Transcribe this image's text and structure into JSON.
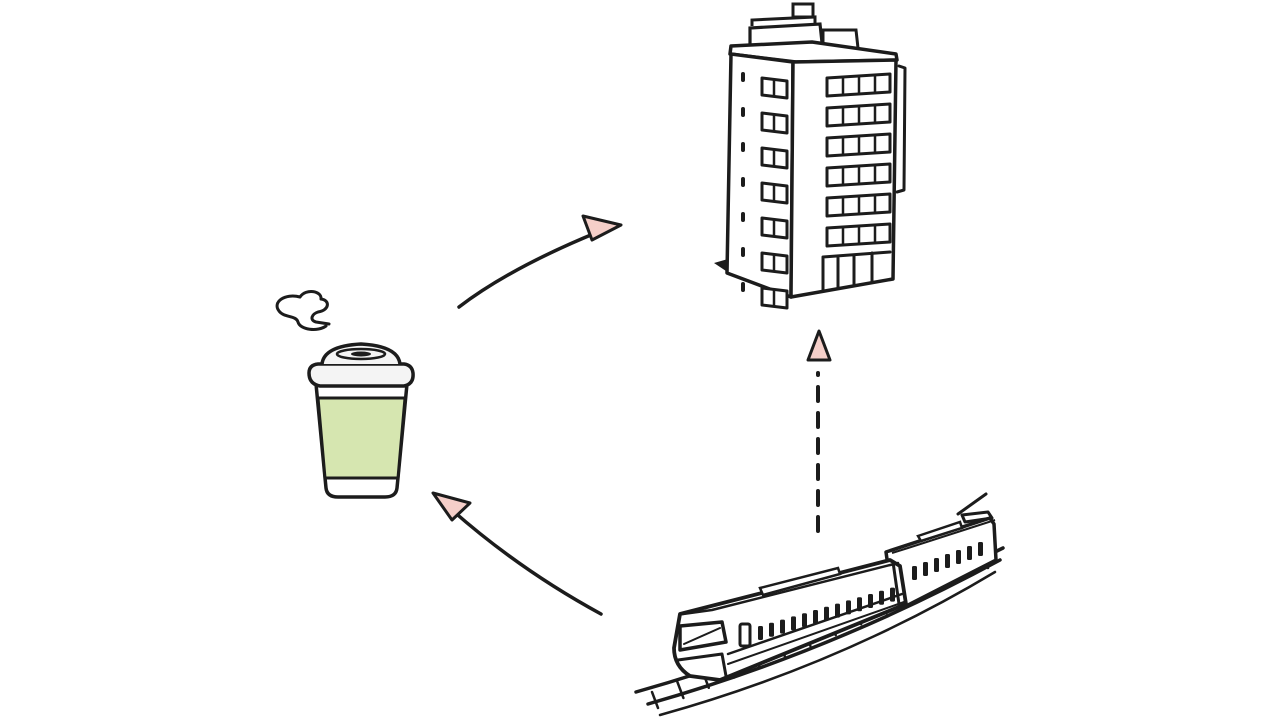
{
  "diagram": {
    "nodes": [
      {
        "id": "coffee",
        "icon": "coffee-cup-icon"
      },
      {
        "id": "office",
        "icon": "office-building-icon"
      },
      {
        "id": "train",
        "icon": "commuter-train-icon"
      }
    ],
    "edges": [
      {
        "from": "coffee",
        "to": "office",
        "style": "solid"
      },
      {
        "from": "train",
        "to": "office",
        "style": "dashed"
      },
      {
        "from": "train",
        "to": "coffee",
        "style": "solid"
      }
    ]
  },
  "colors": {
    "background": "#ffffff",
    "ink": "#1c1c1c",
    "cup_fill": "#d6e6b0",
    "cup_lid": "#f4f4f4",
    "arrowhead_fill": "#f5cfc9",
    "building_fill": "#ffffff",
    "train_fill": "#ffffff"
  }
}
